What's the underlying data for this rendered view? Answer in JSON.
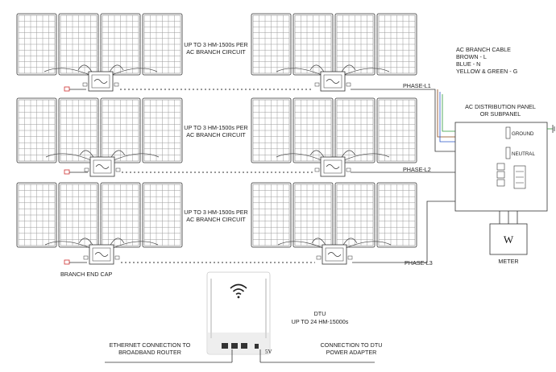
{
  "branch_label_lines": [
    "UP TO 3 HM-1500s PER",
    "AC BRANCH CIRCUIT"
  ],
  "phase_labels": [
    "PHASE-L1",
    "PHASE-L2",
    "PHASE-L3"
  ],
  "ac_cable": {
    "title": "AC BRANCH CABLE",
    "lines": [
      "BROWN - L",
      "BLUE - N",
      "YELLOW & GREEN - G"
    ]
  },
  "panel": {
    "title_lines": [
      "AC DISTRIBUTION PANEL",
      "OR SUBPANEL"
    ],
    "ground": "GROUND",
    "neutral": "NEUTRAL"
  },
  "meter": {
    "symbol": "W",
    "label": "METER"
  },
  "end_cap": "BRANCH END CAP",
  "dtu": {
    "lines": [
      "DTU",
      "UP TO 24 HM-15000s"
    ],
    "port_label": "5V"
  },
  "ethernet_lines": [
    "ETHERNET CONNECTION TO",
    "BROADBAND ROUTER"
  ],
  "power_lines": [
    "CONNECTION TO DTU",
    "POWER ADAPTER"
  ],
  "colors": {
    "brown": "#8B4513",
    "blue": "#2a55c8",
    "green": "#2e9a3a",
    "red": "#d03030",
    "panel_stroke": "#333333",
    "cell_line": "#9a9a9a"
  }
}
